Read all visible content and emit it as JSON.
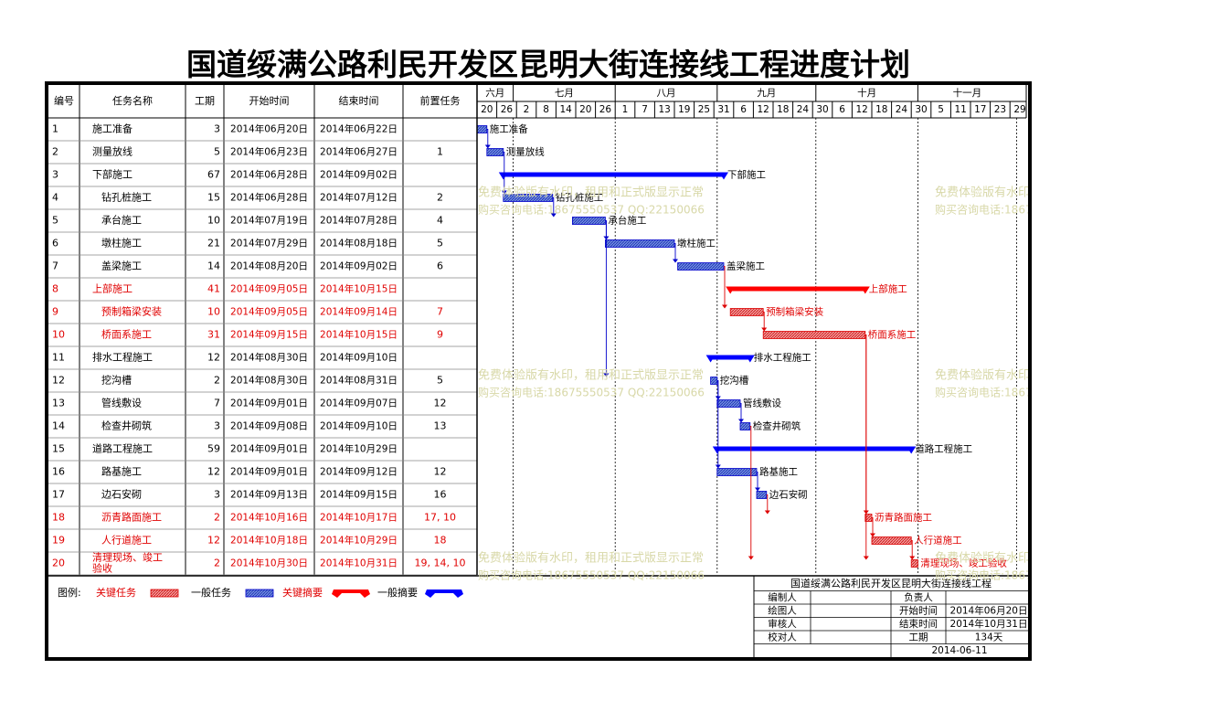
{
  "page_title": "国道绥满公路利民开发区昆明大街连接线工程进度计划",
  "table": {
    "headers": [
      "编号",
      "任务名称",
      "工期",
      "开始时间",
      "结束时间",
      "前置任务"
    ]
  },
  "timeline": {
    "months": [
      "六月",
      "七月",
      "八月",
      "九月",
      "十月",
      "十一月"
    ],
    "weeks": [
      "20",
      "26",
      "2",
      "8",
      "14",
      "20",
      "26",
      "1",
      "7",
      "13",
      "19",
      "25",
      "31",
      "6",
      "12",
      "18",
      "24",
      "30",
      "6",
      "12",
      "18",
      "24",
      "30",
      "5",
      "11",
      "17",
      "23",
      "29"
    ]
  },
  "chart_data": {
    "type": "gantt",
    "title": "国道绥满公路利民开发区昆明大街连接线工程进度计划",
    "x_range": [
      "2014-06-20",
      "2014-11-30"
    ],
    "tasks": [
      {
        "id": "1",
        "name": "施工准备",
        "duration": "3",
        "start": "2014年06月20日",
        "end": "2014年06月22日",
        "pred": "",
        "kind": "normal",
        "level": 0,
        "crit": false,
        "s": "2014-06-20",
        "e": "2014-06-22"
      },
      {
        "id": "2",
        "name": "测量放线",
        "duration": "5",
        "start": "2014年06月23日",
        "end": "2014年06月27日",
        "pred": "1",
        "kind": "normal",
        "level": 0,
        "crit": false,
        "s": "2014-06-23",
        "e": "2014-06-27"
      },
      {
        "id": "3",
        "name": "下部施工",
        "duration": "67",
        "start": "2014年06月28日",
        "end": "2014年09月02日",
        "pred": "",
        "kind": "summary",
        "level": 0,
        "crit": false,
        "s": "2014-06-28",
        "e": "2014-09-02"
      },
      {
        "id": "4",
        "name": "钻孔桩施工",
        "duration": "15",
        "start": "2014年06月28日",
        "end": "2014年07月12日",
        "pred": "2",
        "kind": "normal",
        "level": 1,
        "crit": false,
        "s": "2014-06-28",
        "e": "2014-07-12"
      },
      {
        "id": "5",
        "name": "承台施工",
        "duration": "10",
        "start": "2014年07月19日",
        "end": "2014年07月28日",
        "pred": "4",
        "kind": "normal",
        "level": 1,
        "crit": false,
        "s": "2014-07-19",
        "e": "2014-07-28"
      },
      {
        "id": "6",
        "name": "墩柱施工",
        "duration": "21",
        "start": "2014年07月29日",
        "end": "2014年08月18日",
        "pred": "5",
        "kind": "normal",
        "level": 1,
        "crit": false,
        "s": "2014-07-29",
        "e": "2014-08-18"
      },
      {
        "id": "7",
        "name": "盖梁施工",
        "duration": "14",
        "start": "2014年08月20日",
        "end": "2014年09月02日",
        "pred": "6",
        "kind": "normal",
        "level": 1,
        "crit": false,
        "s": "2014-08-20",
        "e": "2014-09-02"
      },
      {
        "id": "8",
        "name": "上部施工",
        "duration": "41",
        "start": "2014年09月05日",
        "end": "2014年10月15日",
        "pred": "",
        "kind": "summary",
        "level": 0,
        "crit": true,
        "s": "2014-09-05",
        "e": "2014-10-15"
      },
      {
        "id": "9",
        "name": "预制箱梁安装",
        "duration": "10",
        "start": "2014年09月05日",
        "end": "2014年09月14日",
        "pred": "7",
        "kind": "normal",
        "level": 1,
        "crit": true,
        "s": "2014-09-05",
        "e": "2014-09-14"
      },
      {
        "id": "10",
        "name": "桥面系施工",
        "duration": "31",
        "start": "2014年09月15日",
        "end": "2014年10月15日",
        "pred": "9",
        "kind": "normal",
        "level": 1,
        "crit": true,
        "s": "2014-09-15",
        "e": "2014-10-15"
      },
      {
        "id": "11",
        "name": "排水工程施工",
        "duration": "12",
        "start": "2014年08月30日",
        "end": "2014年09月10日",
        "pred": "",
        "kind": "summary",
        "level": 0,
        "crit": false,
        "s": "2014-08-30",
        "e": "2014-09-10"
      },
      {
        "id": "12",
        "name": "挖沟槽",
        "duration": "2",
        "start": "2014年08月30日",
        "end": "2014年08月31日",
        "pred": "5",
        "kind": "normal",
        "level": 1,
        "crit": false,
        "s": "2014-08-30",
        "e": "2014-08-31"
      },
      {
        "id": "13",
        "name": "管线敷设",
        "duration": "7",
        "start": "2014年09月01日",
        "end": "2014年09月07日",
        "pred": "12",
        "kind": "normal",
        "level": 1,
        "crit": false,
        "s": "2014-09-01",
        "e": "2014-09-07"
      },
      {
        "id": "14",
        "name": "检查井砌筑",
        "duration": "3",
        "start": "2014年09月08日",
        "end": "2014年09月10日",
        "pred": "13",
        "kind": "normal",
        "level": 1,
        "crit": false,
        "s": "2014-09-08",
        "e": "2014-09-10"
      },
      {
        "id": "15",
        "name": "道路工程施工",
        "duration": "59",
        "start": "2014年09月01日",
        "end": "2014年10月29日",
        "pred": "",
        "kind": "summary",
        "level": 0,
        "crit": false,
        "s": "2014-09-01",
        "e": "2014-10-29"
      },
      {
        "id": "16",
        "name": "路基施工",
        "duration": "12",
        "start": "2014年09月01日",
        "end": "2014年09月12日",
        "pred": "12",
        "kind": "normal",
        "level": 1,
        "crit": false,
        "s": "2014-09-01",
        "e": "2014-09-12"
      },
      {
        "id": "17",
        "name": "边石安砌",
        "duration": "3",
        "start": "2014年09月13日",
        "end": "2014年09月15日",
        "pred": "16",
        "kind": "normal",
        "level": 1,
        "crit": false,
        "s": "2014-09-13",
        "e": "2014-09-15"
      },
      {
        "id": "18",
        "name": "沥青路面施工",
        "duration": "2",
        "start": "2014年10月16日",
        "end": "2014年10月17日",
        "pred": "17, 10",
        "kind": "normal",
        "level": 1,
        "crit": true,
        "s": "2014-10-16",
        "e": "2014-10-17"
      },
      {
        "id": "19",
        "name": "人行道施工",
        "duration": "12",
        "start": "2014年10月18日",
        "end": "2014年10月29日",
        "pred": "18",
        "kind": "normal",
        "level": 1,
        "crit": true,
        "s": "2014-10-18",
        "e": "2014-10-29"
      },
      {
        "id": "20",
        "name": "清理现场、竣工验收",
        "duration": "2",
        "start": "2014年10月30日",
        "end": "2014年10月31日",
        "pred": "19, 14, 10",
        "kind": "normal",
        "level": 0,
        "crit": true,
        "s": "2014-10-30",
        "e": "2014-10-31"
      }
    ]
  },
  "legend": {
    "label": "图例:",
    "items": [
      "关键任务",
      "一般任务",
      "关键摘要",
      "一般摘要"
    ]
  },
  "info_box": {
    "title": "国道绥满公路利民开发区昆明大街连接线工程",
    "labels": [
      "编制人",
      "绘图人",
      "审核人",
      "校对人"
    ],
    "owner_label": "负责人",
    "start_label": "开始时间",
    "start_value": "2014年06月20日",
    "end_label": "结束时间",
    "end_value": "2014年10月31日",
    "duration_label": "工期",
    "duration_value": "134天",
    "date": "2014-06-11"
  },
  "watermark": {
    "line1": "免费体验版有水印，租用和正式版显示正常",
    "line2": "购买咨询电话:18675550537 QQ:22150066"
  },
  "colors": {
    "normal_fill": "#4f6fd8",
    "normal_stroke": "#0000cc",
    "critical_fill": "#f08080",
    "critical_stroke": "#dd0000",
    "summary_blue": "#0000ff",
    "summary_red": "#ff0000",
    "watermark": "#d8d8a8"
  }
}
